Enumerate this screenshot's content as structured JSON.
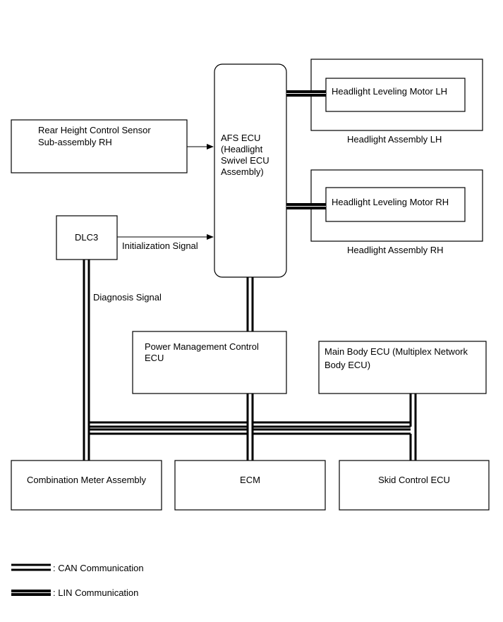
{
  "blocks": {
    "rear_sensor": [
      "Rear Height Control Sensor",
      "Sub-assembly RH"
    ],
    "afs_ecu": [
      "AFS ECU",
      "(Headlight",
      "Swivel ECU",
      "Assembly)"
    ],
    "dlc3": "DLC3",
    "motor_lh": "Headlight Leveling Motor LH",
    "assembly_lh": "Headlight Assembly LH",
    "motor_rh": "Headlight Leveling Motor RH",
    "assembly_rh": "Headlight Assembly RH",
    "power_mgmt": [
      "Power Management Control",
      "ECU"
    ],
    "main_body": [
      "Main Body ECU (Multiplex Network",
      "Body ECU)"
    ],
    "combination_meter": "Combination Meter Assembly",
    "ecm": "ECM",
    "skid_control": "Skid Control ECU"
  },
  "signals": {
    "initialization": "Initialization Signal",
    "diagnosis": "Diagnosis Signal"
  },
  "legend": {
    "can": ": CAN Communication",
    "lin": ": LIN Communication"
  }
}
